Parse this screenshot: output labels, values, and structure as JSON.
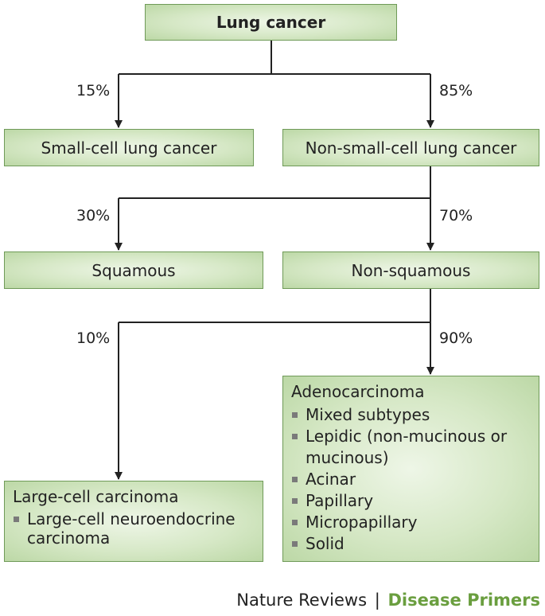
{
  "root": {
    "label": "Lung cancer"
  },
  "level1": {
    "left": {
      "label": "Small-cell lung cancer",
      "percent": "15%"
    },
    "right": {
      "label": "Non-small-cell lung cancer",
      "percent": "85%"
    }
  },
  "level2": {
    "left": {
      "label": "Squamous",
      "percent": "30%"
    },
    "right": {
      "label": "Non-squamous",
      "percent": "70%"
    }
  },
  "level3": {
    "left": {
      "label": "Large-cell carcinoma",
      "percent": "10%",
      "items": [
        "Large-cell neuroendocrine carcinoma"
      ]
    },
    "right": {
      "label": "Adenocarcinoma",
      "percent": "90%",
      "items": [
        "Mixed subtypes",
        "Lepidic (non-mucinous or mucinous)",
        "Acinar",
        "Papillary",
        "Micropapillary",
        "Solid"
      ]
    }
  },
  "footer": {
    "journal": "Nature Reviews",
    "separator": "|",
    "series": "Disease Primers"
  },
  "colors": {
    "box_border": "#6f9a58",
    "box_fill": "#d6e8c6",
    "connector": "#222222",
    "series_text": "#6a9e3f"
  }
}
